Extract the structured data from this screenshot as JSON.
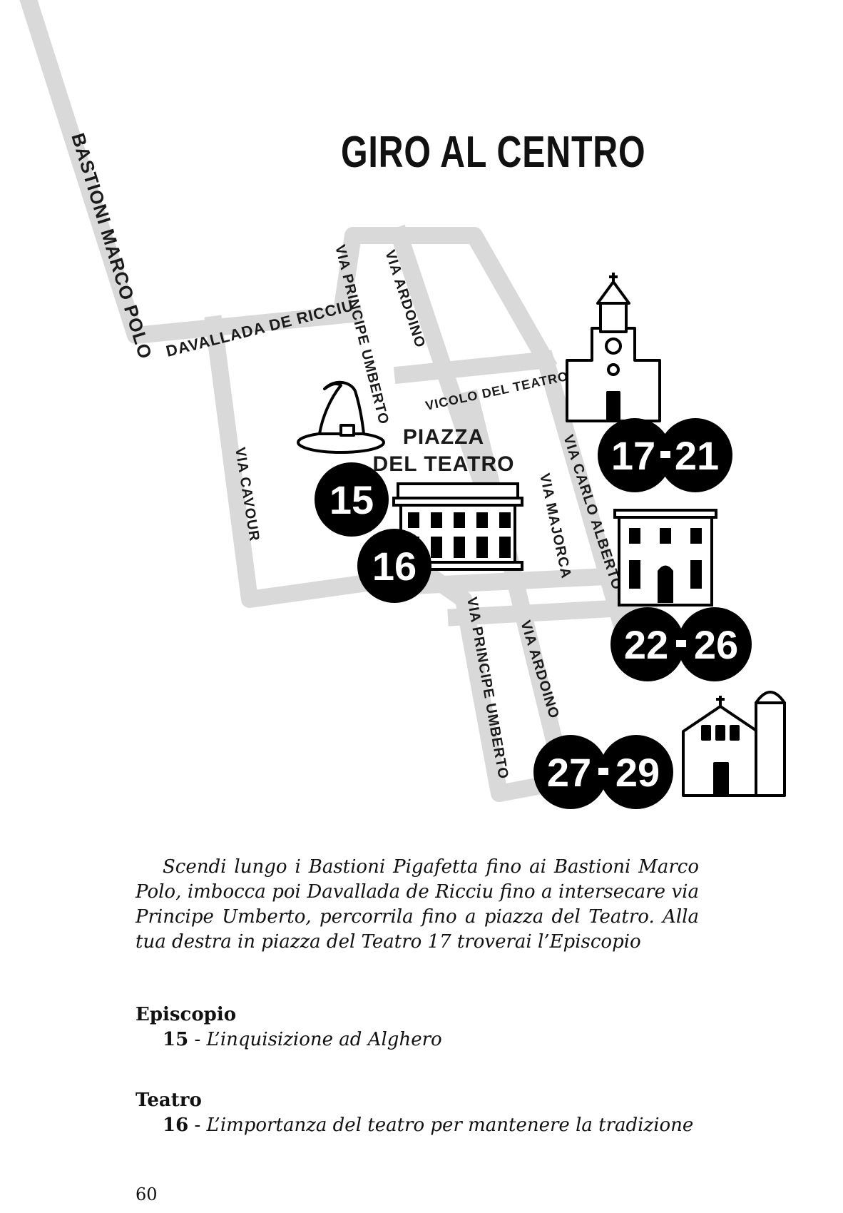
{
  "map": {
    "title": "GIRO AL CENTRO",
    "streets": {
      "bastioni_marco_polo": "BASTIONI MARCO POLO",
      "davallada_de_ricciu": "DAVALLADA DE RICCIU",
      "via_principe_umberto_north": "VIA PRINCIPE UMBERTO",
      "via_ardoino_north": "VIA ARDOINO",
      "vicolo_del_teatro": "VICOLO DEL TEATRO",
      "via_cavour": "VIA CAVOUR",
      "via_carlo_alberto": "VIA CARLO ALBERTO",
      "via_majorca": "VIA MAJORCA",
      "via_principe_umberto_south": "VIA PRINCIPE UMBERTO",
      "via_ardoino_south": "VIA ARDOINO"
    },
    "square_label": [
      "PIAZZA",
      "DEL TEATRO"
    ],
    "stops": {
      "s15": "15",
      "s16": "16",
      "s17_21": [
        "17",
        "21"
      ],
      "s22_26": [
        "22",
        "26"
      ],
      "s27_29": [
        "27",
        "29"
      ]
    },
    "icons": [
      "witch-hat-icon",
      "theater-icon",
      "cathedral-icon",
      "palace-icon",
      "church-icon"
    ],
    "colors": {
      "road": "#d9d9d9",
      "marker": "#000000",
      "marker_text": "#ffffff"
    }
  },
  "intro": "Scendi lungo i Bastioni Pigafetta fino ai Bastioni Marco Polo, imbocca poi Davallada de Ricciu fino a intersecare via Principe Umberto, percorrila fino a piazza del Teatro. Alla tua destra in piazza del Teatro 17 troverai l’Episcopio",
  "sections": [
    {
      "heading": "Episcopio",
      "num": "15",
      "sep": " - ",
      "title": "L’inquisizione ad Alghero"
    },
    {
      "heading": "Teatro",
      "num": "16",
      "sep": " - ",
      "title": "L’importanza del teatro per mantenere la tradizione"
    }
  ],
  "page_number": "60"
}
